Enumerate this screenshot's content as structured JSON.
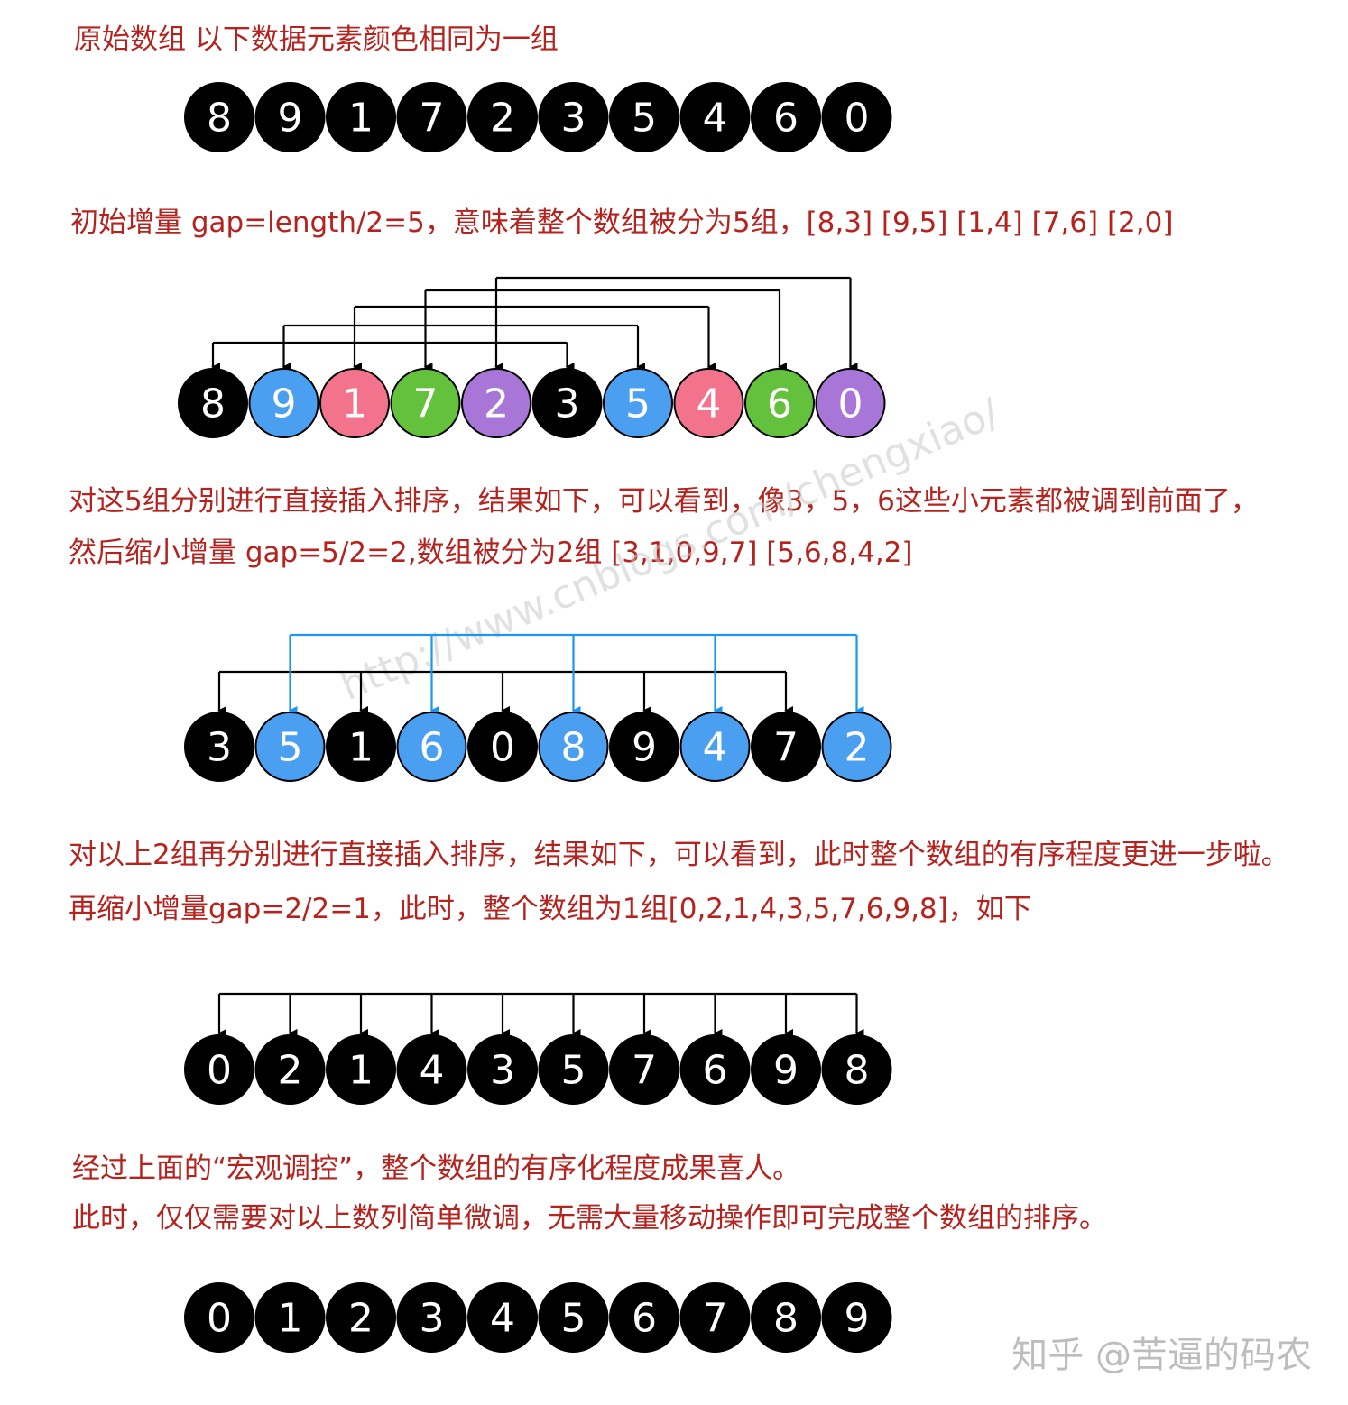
{
  "texts": {
    "t1": "原始数组   以下数据元素颜色相同为一组",
    "t2": "初始增量 gap=length/2=5，意味着整个数组被分为5组，[8,3] [9,5] [1,4] [7,6] [2,0]",
    "t3a": "对这5组分别进行直接插入排序，结果如下，可以看到，像3，5，6这些小元素都被调到前面了，",
    "t3b": "然后缩小增量 gap=5/2=2,数组被分为2组 [3,1,0,9,7] [5,6,8,4,2]",
    "t4a": "对以上2组再分别进行直接插入排序，结果如下，可以看到，此时整个数组的有序程度更进一步啦。",
    "t4b": "再缩小增量gap=2/2=1，此时，整个数组为1组[0,2,1,4,3,5,7,6,9,8]，如下",
    "t5a": "经过上面的“宏观调控”，整个数组的有序化程度成果喜人。",
    "t5b": "此时，仅仅需要对以上数列简单微调，无需大量移动操作即可完成整个数组的排序。"
  },
  "watermark": "http://www.cnblogs.com/chengxiao/",
  "zhihu": "知乎 @苦逼的码农",
  "colors": {
    "black": "#000000",
    "blue": "#4a9ff0",
    "pink": "#f2738b",
    "green": "#63c13b",
    "purple": "#a776d6",
    "arrow_blue": "#1c96f0",
    "text_red": "#b5231f"
  },
  "rows": [
    {
      "values": [
        8,
        9,
        1,
        7,
        2,
        3,
        5,
        4,
        6,
        0
      ],
      "colors": [
        "black",
        "black",
        "black",
        "black",
        "black",
        "black",
        "black",
        "black",
        "black",
        "black"
      ]
    },
    {
      "values": [
        8,
        9,
        1,
        7,
        2,
        3,
        5,
        4,
        6,
        0
      ],
      "colors": [
        "black",
        "blue",
        "pink",
        "green",
        "purple",
        "black",
        "blue",
        "pink",
        "green",
        "purple"
      ]
    },
    {
      "values": [
        3,
        5,
        1,
        6,
        0,
        8,
        9,
        4,
        7,
        2
      ],
      "colors": [
        "black",
        "blue",
        "black",
        "blue",
        "black",
        "blue",
        "black",
        "blue",
        "black",
        "blue"
      ]
    },
    {
      "values": [
        0,
        2,
        1,
        4,
        3,
        5,
        7,
        6,
        9,
        8
      ],
      "colors": [
        "black",
        "black",
        "black",
        "black",
        "black",
        "black",
        "black",
        "black",
        "black",
        "black"
      ]
    },
    {
      "values": [
        0,
        1,
        2,
        3,
        4,
        5,
        6,
        7,
        8,
        9
      ],
      "colors": [
        "black",
        "black",
        "black",
        "black",
        "black",
        "black",
        "black",
        "black",
        "black",
        "black"
      ]
    }
  ]
}
